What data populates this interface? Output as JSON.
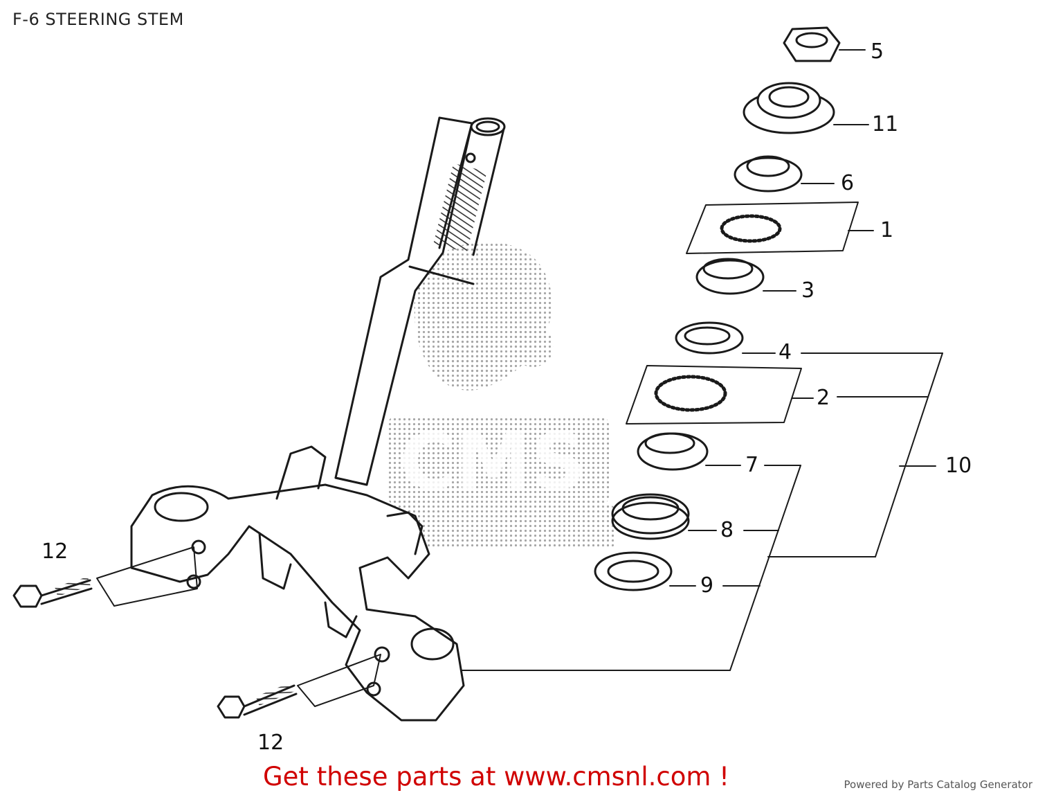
{
  "diagram": {
    "title": "F-6 STEERING STEM",
    "callouts": {
      "c5": "5",
      "c11": "11",
      "c6": "6",
      "c1": "1",
      "c3": "3",
      "c4": "4",
      "c2": "2",
      "c10": "10",
      "c7": "7",
      "c8": "8",
      "c9": "9",
      "c12_upper": "12",
      "c12_lower": "12"
    },
    "watermark": "CMS"
  },
  "footer": {
    "banner": "Get these parts at www.cmsnl.com !",
    "powered_by": "Powered by Parts Catalog Generator"
  },
  "colors": {
    "line": "#1a1a1a",
    "banner": "#d00000",
    "watermark": "#9a9a9a"
  }
}
